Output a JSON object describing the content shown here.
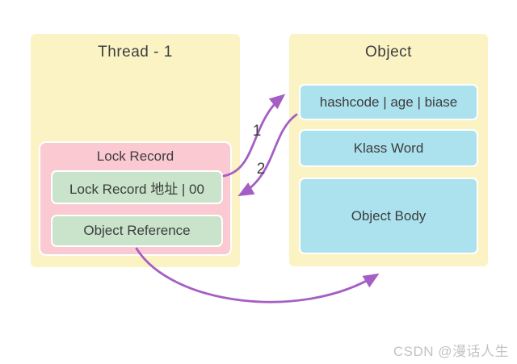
{
  "diagram": {
    "thread_box": {
      "title": "Thread - 1",
      "lock_record": {
        "title": "Lock Record",
        "fields": [
          {
            "label": "Lock Record 地址 | 00"
          },
          {
            "label": "Object Reference"
          }
        ]
      }
    },
    "object_box": {
      "title": "Object",
      "fields": [
        {
          "label": "hashcode | age | biase"
        },
        {
          "label": "Klass Word"
        },
        {
          "label": "Object Body"
        }
      ]
    },
    "arrows": [
      {
        "label": "1"
      },
      {
        "label": "2"
      },
      {
        "label": ""
      }
    ],
    "watermark": "CSDN @漫话人生"
  },
  "colors": {
    "container_yellow": "#fbf3c4",
    "lock_record_pink": "#fac9d2",
    "field_green": "#c9e4cb",
    "field_cyan": "#abe2ee",
    "arrow_purple": "#a55ec3",
    "text": "#3d3d3d",
    "watermark": "#c3c3c3"
  }
}
